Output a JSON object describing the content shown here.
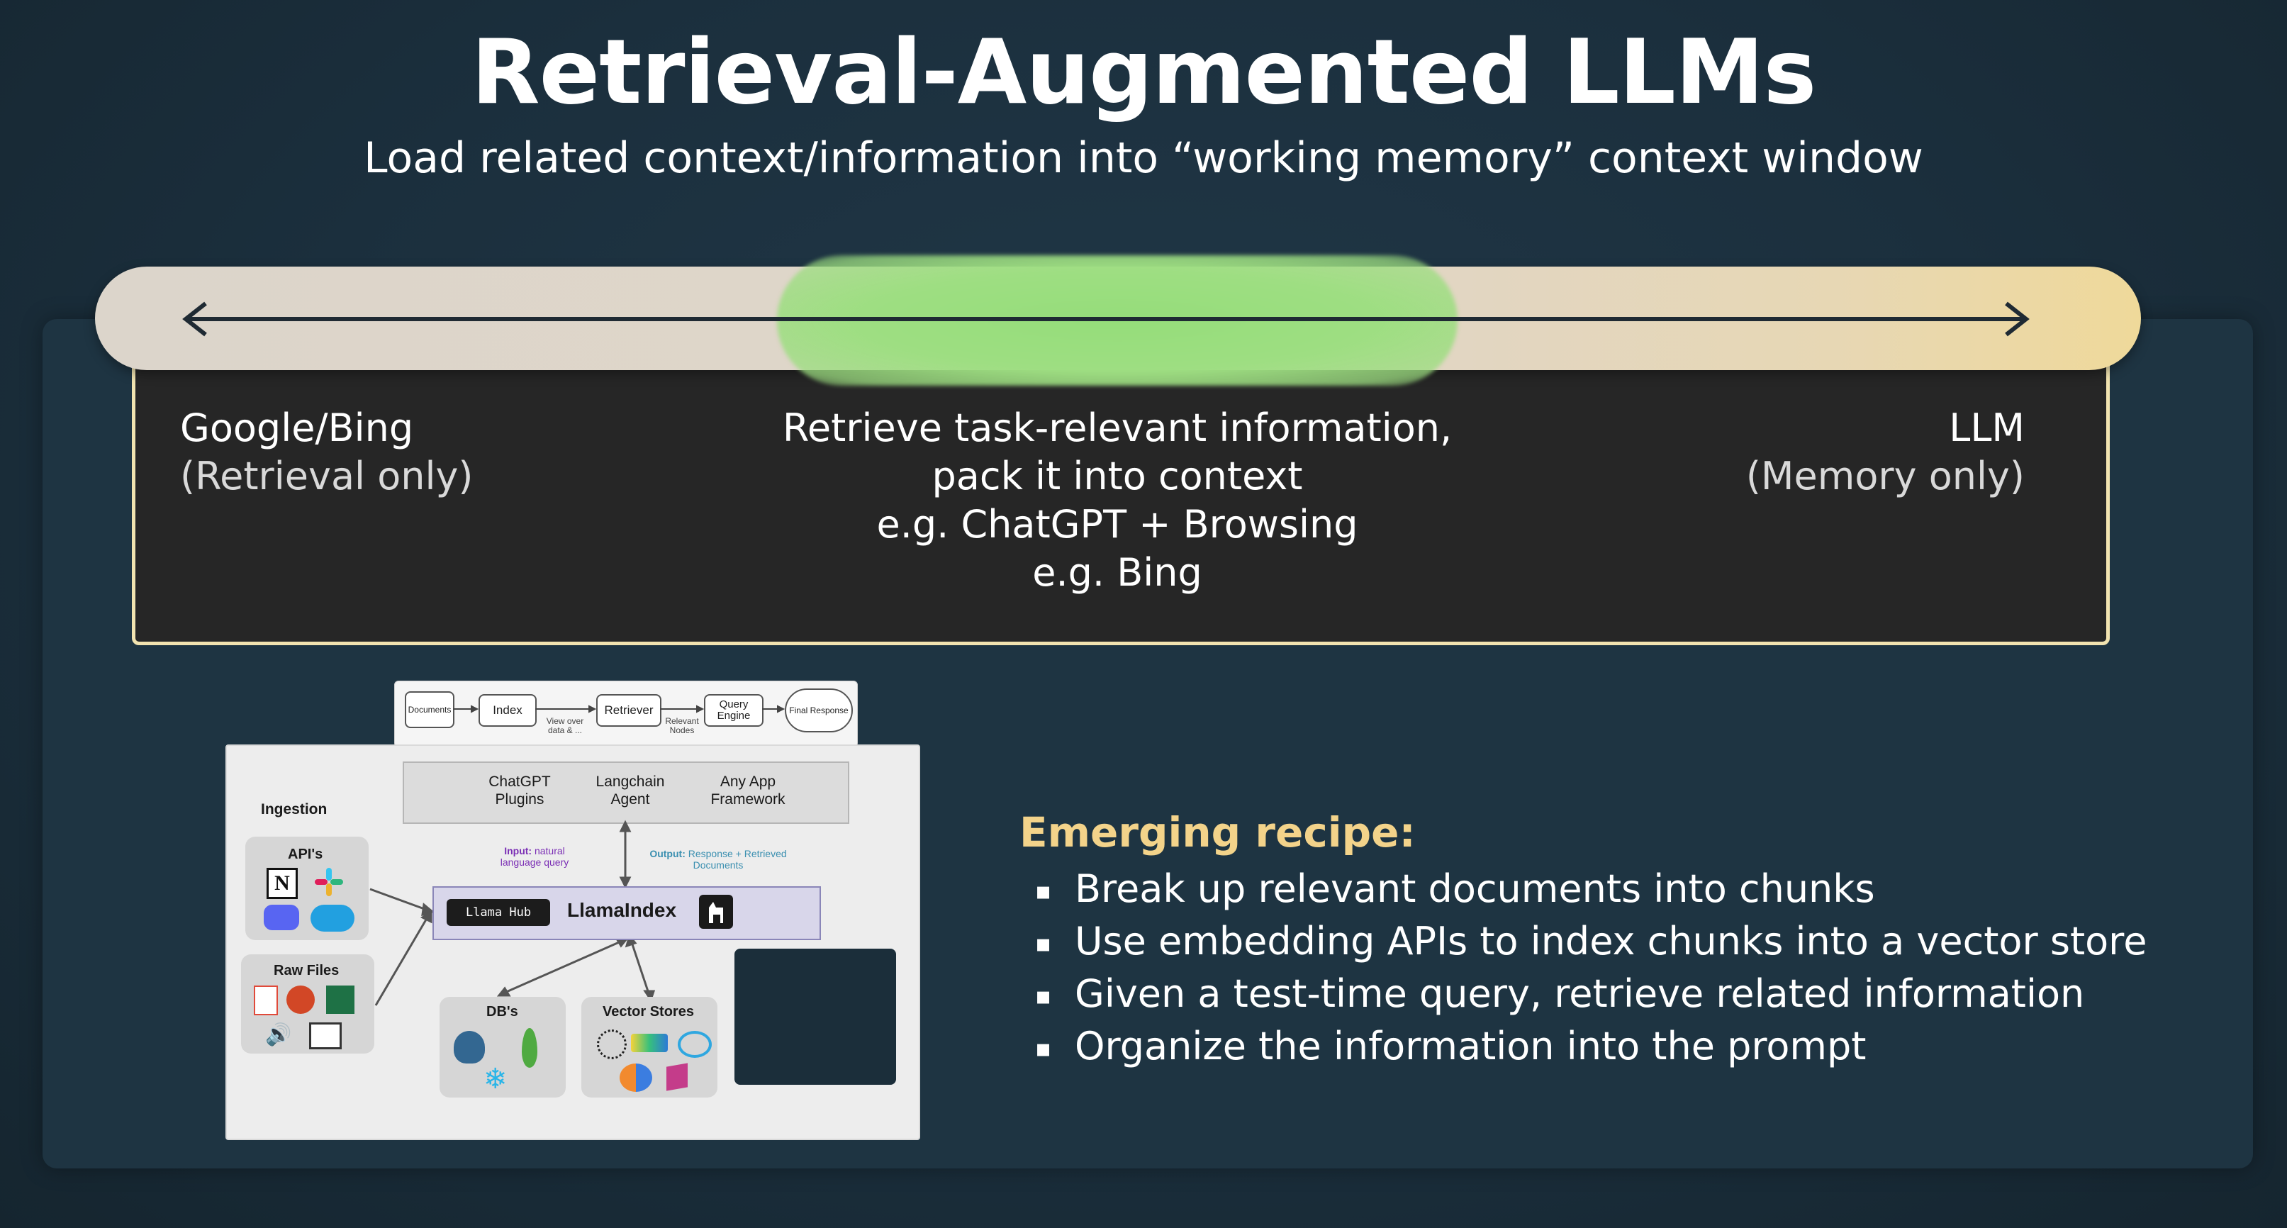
{
  "slide": {
    "title": "Retrieval-Augmented LLMs",
    "subtitle": "Load related context/information into “working memory” context window"
  },
  "spectrum": {
    "left": {
      "title": "Google/Bing",
      "note": "(Retrieval only)"
    },
    "center": {
      "lines": [
        "Retrieve task-relevant information,",
        "pack it into context",
        "e.g. ChatGPT + Browsing",
        "e.g. Bing"
      ]
    },
    "right": {
      "title": "LLM",
      "note": "(Memory only)"
    }
  },
  "diagram": {
    "flow": {
      "documents": "Documents",
      "index": "Index",
      "view_over": "View over data & ...",
      "retriever": "Retriever",
      "relevant_nodes": "Relevant Nodes",
      "query_engine": "Query Engine",
      "final_response": "Final Response"
    },
    "apps": {
      "chatgpt_line1": "ChatGPT",
      "chatgpt_line2": "Plugins",
      "langchain_line1": "Langchain",
      "langchain_line2": "Agent",
      "anyapp_line1": "Any App",
      "anyapp_line2": "Framework"
    },
    "ingestion": "Ingestion",
    "apis": "API's",
    "raw_files": "Raw Files",
    "input_label": "Input:",
    "input_text": "natural language query",
    "output_label": "Output:",
    "output_text": "Response + Retrieved Documents",
    "llama_hub": "Llama Hub",
    "llamaindex": "LlamaIndex",
    "dbs": "DB's",
    "vector_stores": "Vector Stores"
  },
  "recipe": {
    "heading": "Emerging recipe:",
    "bullet": "▪",
    "items": [
      "Break up relevant documents into chunks",
      "Use embedding APIs to index chunks into a vector store",
      "Given a test-time query, retrieve related information",
      "Organize the information into the prompt"
    ]
  },
  "colors": {
    "background": "#1b2f3d",
    "panel": "#1e3442",
    "dark_box": "#262626",
    "dark_box_border": "#f1e3b0",
    "highlight_green": "#9ede82",
    "recipe_heading": "#f3d38a"
  }
}
